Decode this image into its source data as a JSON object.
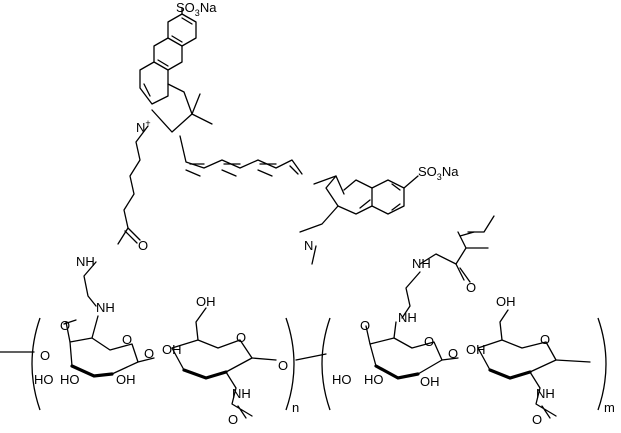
{
  "labels": {
    "so3na_top": "SO3Na",
    "so3na_right": "SO3Na",
    "n_plus": "N+",
    "n_right": "N",
    "o_linker": "O",
    "nh_linker": "NH",
    "nh_left_unit": "NH",
    "o_amide_left": "O",
    "o_ring_left1": "O",
    "o_ring_left2": "O",
    "o_glyco_left": "O",
    "o_bridge_left": "O",
    "o_bridge_mid": "O",
    "oh_left_c6": "OH",
    "ho_left_glc": "HO",
    "ho_left_c2": "HO",
    "oh_left_c3": "OH",
    "nh_left_acetyl": "NH",
    "o_acetyl_left": "O",
    "nh_right_top": "NH",
    "o_methacryl": "O",
    "nh_right_unit": "NH",
    "o_amide_right": "O",
    "o_ring_right1": "O",
    "o_ring_right2": "O",
    "o_glyco_right": "O",
    "oh_right_c6": "OH",
    "ho_right_glc": "HO",
    "ho_right_c2": "HO",
    "oh_right_c3": "OH",
    "nh_right_acetyl": "NH",
    "o_acetyl_right": "O",
    "n_sub": "n",
    "m_sub": "m"
  }
}
